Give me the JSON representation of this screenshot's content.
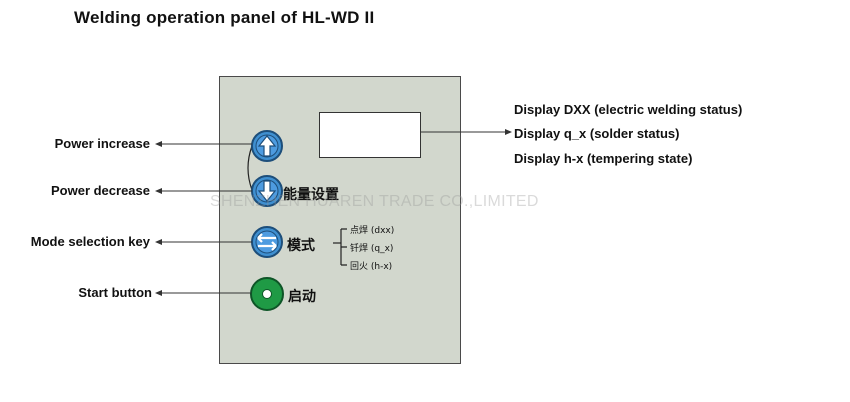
{
  "title": "Welding operation panel of HL-WD II",
  "left_labels": {
    "power_increase": "Power increase",
    "power_decrease": "Power decrease",
    "mode_selection": "Mode selection key",
    "start": "Start button"
  },
  "right_labels": {
    "display_dxx": "Display DXX (electric welding status)",
    "display_qx": "Display q_x (solder status)",
    "display_hx": "Display h-x (tempering state)"
  },
  "panel": {
    "energy_setting": "能量设置",
    "mode": "模式",
    "start": "启动",
    "mode_options": [
      "点焊 (dxx)",
      "钎焊 (q_x)",
      "回火 (h-x)"
    ]
  },
  "watermark": "SHENZHEN HUAREN TRADE CO.,LIMITED",
  "icons": {
    "up": "arrow-up-icon",
    "down": "arrow-down-icon",
    "mode": "swap-arrows-icon",
    "start": "start-circle-icon"
  },
  "colors": {
    "panel": "#d2d7cd",
    "button_blue": "#3f8fd0",
    "button_green": "#1f9a45"
  }
}
